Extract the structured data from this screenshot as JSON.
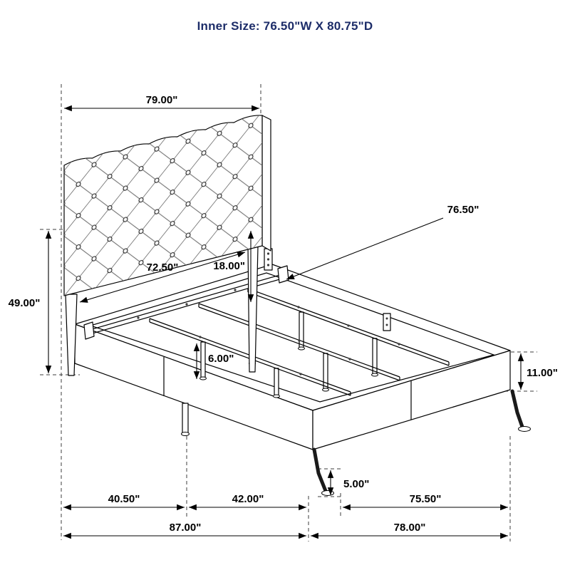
{
  "title": "Inner Size: 76.50\"W X 80.75\"D",
  "colors": {
    "title_text": "#1d2d69",
    "line": "#000000",
    "dashed_line": "#3c3c3c"
  },
  "dimensions": {
    "headboard_width": "79.00\"",
    "headboard_height": "49.00\"",
    "headboard_inner_width": "72.50\"",
    "headboard_panel_to_rail": "18.00\"",
    "slat_inner_width": "76.50\"",
    "center_support_leg_height": "6.00\"",
    "side_rail_height": "11.00\"",
    "corner_leg_height": "5.00\"",
    "headboard_depth": "40.50\"",
    "frame_front_segment": "42.00\"",
    "footboard_width_partial": "75.50\"",
    "overall_depth": "87.00\"",
    "overall_width": "78.00\""
  }
}
